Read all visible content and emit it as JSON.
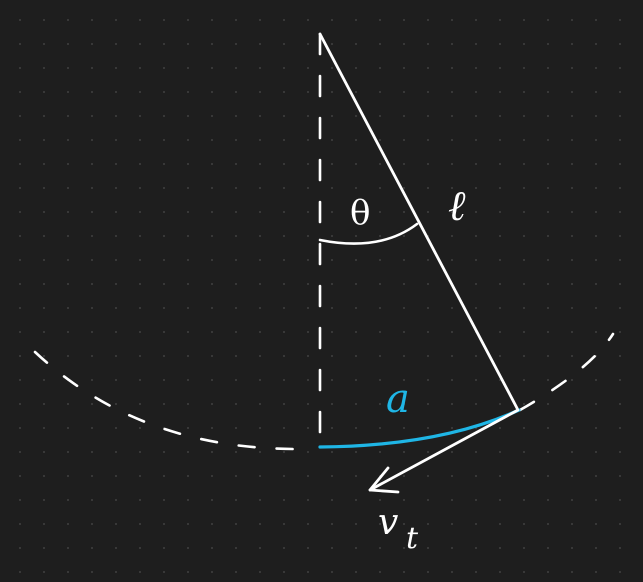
{
  "diagram": {
    "labels": {
      "angle": "θ",
      "length": "ℓ",
      "arc": "a",
      "velocity_main": "v",
      "velocity_sub": "t"
    },
    "colors": {
      "background": "#1e1e1e",
      "grid_dot": "#3a3a3a",
      "stroke": "#ffffff",
      "arc_accent": "#1fb6e6"
    }
  }
}
